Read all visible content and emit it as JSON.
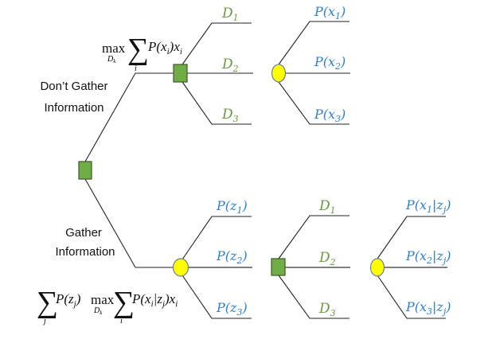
{
  "diagram": {
    "title": "Decision tree: value of information",
    "colors": {
      "decision_fill": "#70AD47",
      "chance_fill": "#FFFF00",
      "decision_label": "#6a9a3e",
      "probability_label": "#2f80c8",
      "edge": "#222222"
    },
    "root": {
      "type": "decision",
      "shape": "square"
    },
    "branches": {
      "dont_gather": {
        "label_line1": "Don’t Gather",
        "label_line2": "Information",
        "formula": {
          "max": "max",
          "max_sub": "D",
          "max_sub_k": "k",
          "sum_index": "i",
          "term": "P(x",
          "term_sub": "i",
          "term_close": ")x",
          "term_tail_sub": "i"
        },
        "decision_options": [
          {
            "name": "D",
            "sub": "1"
          },
          {
            "name": "D",
            "sub": "2"
          },
          {
            "name": "D",
            "sub": "3"
          }
        ],
        "outcomes": [
          {
            "pre": "P(x",
            "sub": "1",
            "post": ")"
          },
          {
            "pre": "P(x",
            "sub": "2",
            "post": ")"
          },
          {
            "pre": "P(x",
            "sub": "3",
            "post": ")"
          }
        ]
      },
      "gather": {
        "label_line1": "Gather",
        "label_line2": "Information",
        "formula": {
          "sum1_index": "j",
          "term1": "P(z",
          "term1_sub": "j",
          "term1_close": ")",
          "max": "max",
          "max_sub": "D",
          "max_sub_k": "k",
          "sum2_index": "i",
          "term2": "P(x",
          "term2_sub": "i",
          "term2_mid": "|z",
          "term2_mid_sub": "j",
          "term2_close": ")x",
          "term2_tail_sub": "i"
        },
        "signals": [
          {
            "pre": "P(z",
            "sub": "1",
            "post": ")"
          },
          {
            "pre": "P(z",
            "sub": "2",
            "post": ")"
          },
          {
            "pre": "P(z",
            "sub": "3",
            "post": ")"
          }
        ],
        "decision_options": [
          {
            "name": "D",
            "sub": "1"
          },
          {
            "name": "D",
            "sub": "2"
          },
          {
            "name": "D",
            "sub": "3"
          }
        ],
        "outcomes": [
          {
            "pre": "P(x",
            "sub": "1",
            "mid": "|z",
            "mid_sub": "j",
            "post": ")"
          },
          {
            "pre": "P(x",
            "sub": "2",
            "mid": "|z",
            "mid_sub": "j",
            "post": ")"
          },
          {
            "pre": "P(x",
            "sub": "3",
            "mid": "|z",
            "mid_sub": "j",
            "post": ")"
          }
        ]
      }
    }
  }
}
